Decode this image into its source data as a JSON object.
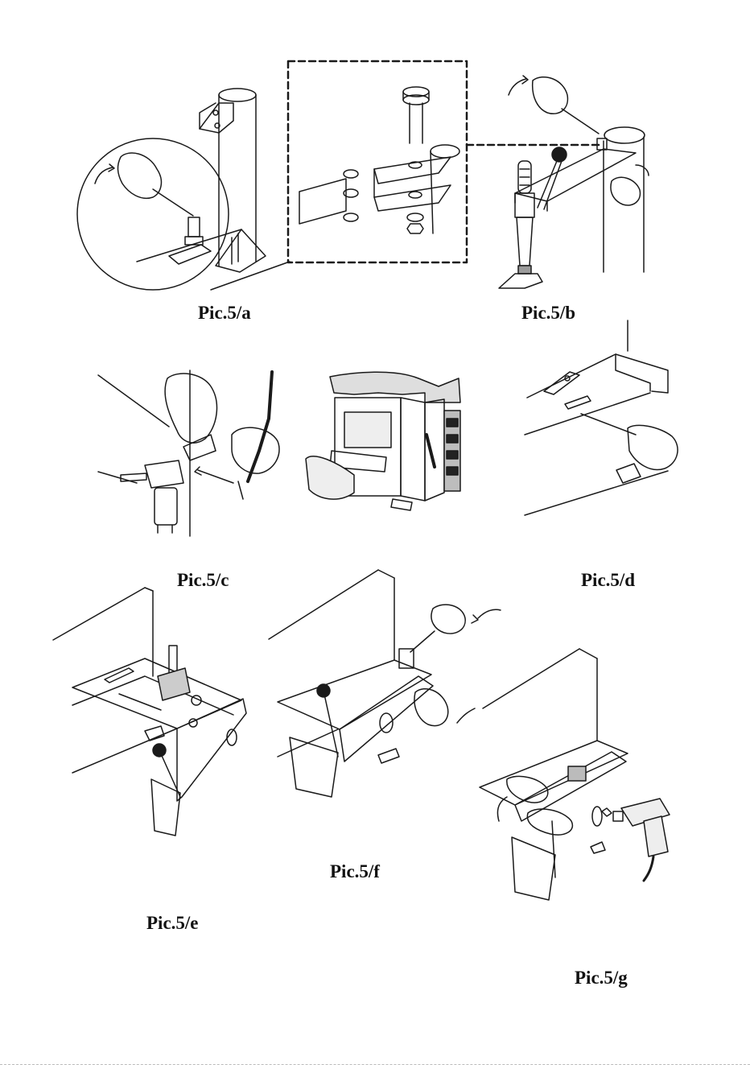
{
  "colors": {
    "ink": "#1a1a1a",
    "paper": "#ffffff",
    "shade": "#9a9a9a"
  },
  "captions": {
    "a": "Pic.5/a",
    "b": "Pic.5/b",
    "c": "Pic.5/c",
    "d": "Pic.5/d",
    "e": "Pic.5/e",
    "f": "Pic.5/f",
    "g": "Pic.5/g"
  }
}
